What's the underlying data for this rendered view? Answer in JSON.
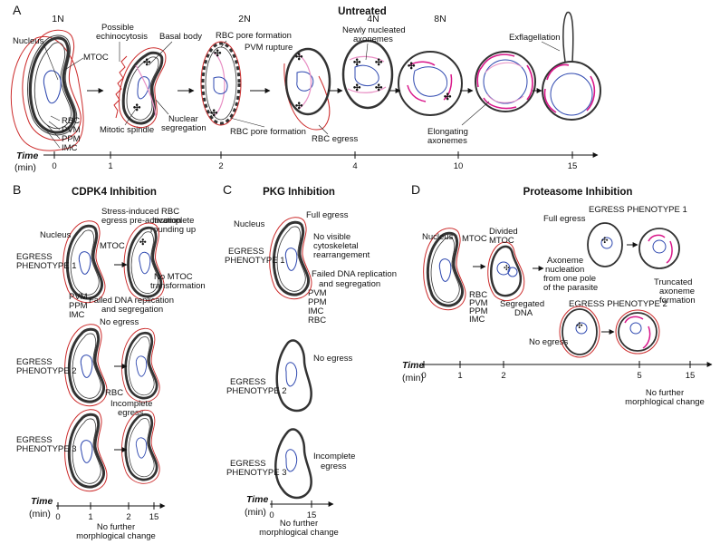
{
  "colors": {
    "outline": "#333333",
    "rbc": "#cc2b2b",
    "nucleus": "#2f49b0",
    "magenta": "#d9178a",
    "pink": "#e88fc4"
  },
  "panel_a": {
    "letter": "A",
    "title": "Untreated",
    "ploidy": [
      "1N",
      "2N",
      "4N",
      "8N"
    ],
    "labels": {
      "nucleus": "Nucleus",
      "echino1": "Possible",
      "echino2": "echinocytosis",
      "mtoc": "MTOC",
      "basal_body": "Basal body",
      "pore_top": "RBC pore formation",
      "pvm_rupture": "PVM rupture",
      "axo1": "Newly nucleated",
      "axo2": "axonemes",
      "exflag": "Exflagellation",
      "rbc": "RBC",
      "pvm": "PVM",
      "ppm": "PPM",
      "imc": "IMC",
      "spindle": "Mitotic spindle",
      "nuc_seg1": "Nuclear",
      "nuc_seg2": "segregation",
      "pore_bottom": "RBC pore formation",
      "egress": "RBC egress",
      "elong1": "Elongating",
      "elong2": "axonemes"
    },
    "time_label": "Time",
    "min_label": "(min)",
    "ticks": [
      "0",
      "1",
      "2",
      "4",
      "10",
      "15"
    ]
  },
  "panel_b": {
    "letter": "B",
    "title": "CDPK4 Inhibition",
    "stress1": "Stress-induced RBC",
    "stress2": "egress pre-activation",
    "incomplete_round1": "Incomplete",
    "incomplete_round2": "rounding up",
    "nucleus": "Nucleus",
    "mtoc": "MTOC",
    "no_mtoc1": "No MTOC",
    "no_mtoc2": "transformation",
    "pvm": "PVM",
    "ppm": "PPM",
    "imc": "IMC",
    "failed1": "Failed DNA replication",
    "failed2": "and segregation",
    "phenotype1": [
      "EGRESS",
      "PHENOTYPE 1"
    ],
    "phenotype2": [
      "EGRESS",
      "PHENOTYPE 2"
    ],
    "phenotype3": [
      "EGRESS",
      "PHENOTYPE 3"
    ],
    "no_egress": "No egress",
    "rbc": "RBC",
    "incomplete_egress1": "Incomplete",
    "incomplete_egress2": "egress",
    "time_label": "Time",
    "min_label": "(min)",
    "ticks": [
      "0",
      "1",
      "2",
      "15"
    ],
    "no_change1": "No further",
    "no_change2": "morphlogical change"
  },
  "panel_c": {
    "letter": "C",
    "title": "PKG Inhibition",
    "nucleus": "Nucleus",
    "full_egress": "Full egress",
    "no_visible1": "No visible",
    "no_visible2": "cytoskeletal",
    "no_visible3": "rearrangement",
    "failed1": "Failed DNA replication",
    "failed2": "and segregation",
    "pvm": "PVM",
    "ppm": "PPM",
    "imc": "IMC",
    "rbc": "RBC",
    "phenotype1": [
      "EGRESS",
      "PHENOTYPE 1"
    ],
    "phenotype2": [
      "EGRESS",
      "PHENOTYPE 2"
    ],
    "phenotype3": [
      "EGRESS",
      "PHENOTYPE 3"
    ],
    "no_egress": "No egress",
    "incomplete_egress1": "Incomplete",
    "incomplete_egress2": "egress",
    "time_label": "Time",
    "min_label": "(min)",
    "ticks": [
      "0",
      "15"
    ],
    "no_change1": "No further",
    "no_change2": "morphlogical change"
  },
  "panel_d": {
    "letter": "D",
    "title": "Proteasome Inhibition",
    "nucleus": "Nucleus",
    "mtoc": "MTOC",
    "divided1": "Divided",
    "divided2": "MTOC",
    "rbc": "RBC",
    "pvm": "PVM",
    "ppm": "PPM",
    "imc": "IMC",
    "segregated1": "Segregated",
    "segregated2": "DNA",
    "phenotype1": "EGRESS PHENOTYPE 1",
    "phenotype2": "EGRESS PHENOTYPE 2",
    "full_egress": "Full egress",
    "axoneme1": "Axoneme",
    "axoneme2": "nucleation",
    "axoneme3": "from one pole",
    "axoneme4": "of the parasite",
    "truncated1": "Truncated",
    "truncated2": "axoneme",
    "truncated3": "formation",
    "no_egress": "No egress",
    "time_label": "Time",
    "min_label": "(min)",
    "ticks": [
      "0",
      "1",
      "2",
      "5",
      "15"
    ],
    "no_change1": "No further",
    "no_change2": "morphlogical change"
  }
}
